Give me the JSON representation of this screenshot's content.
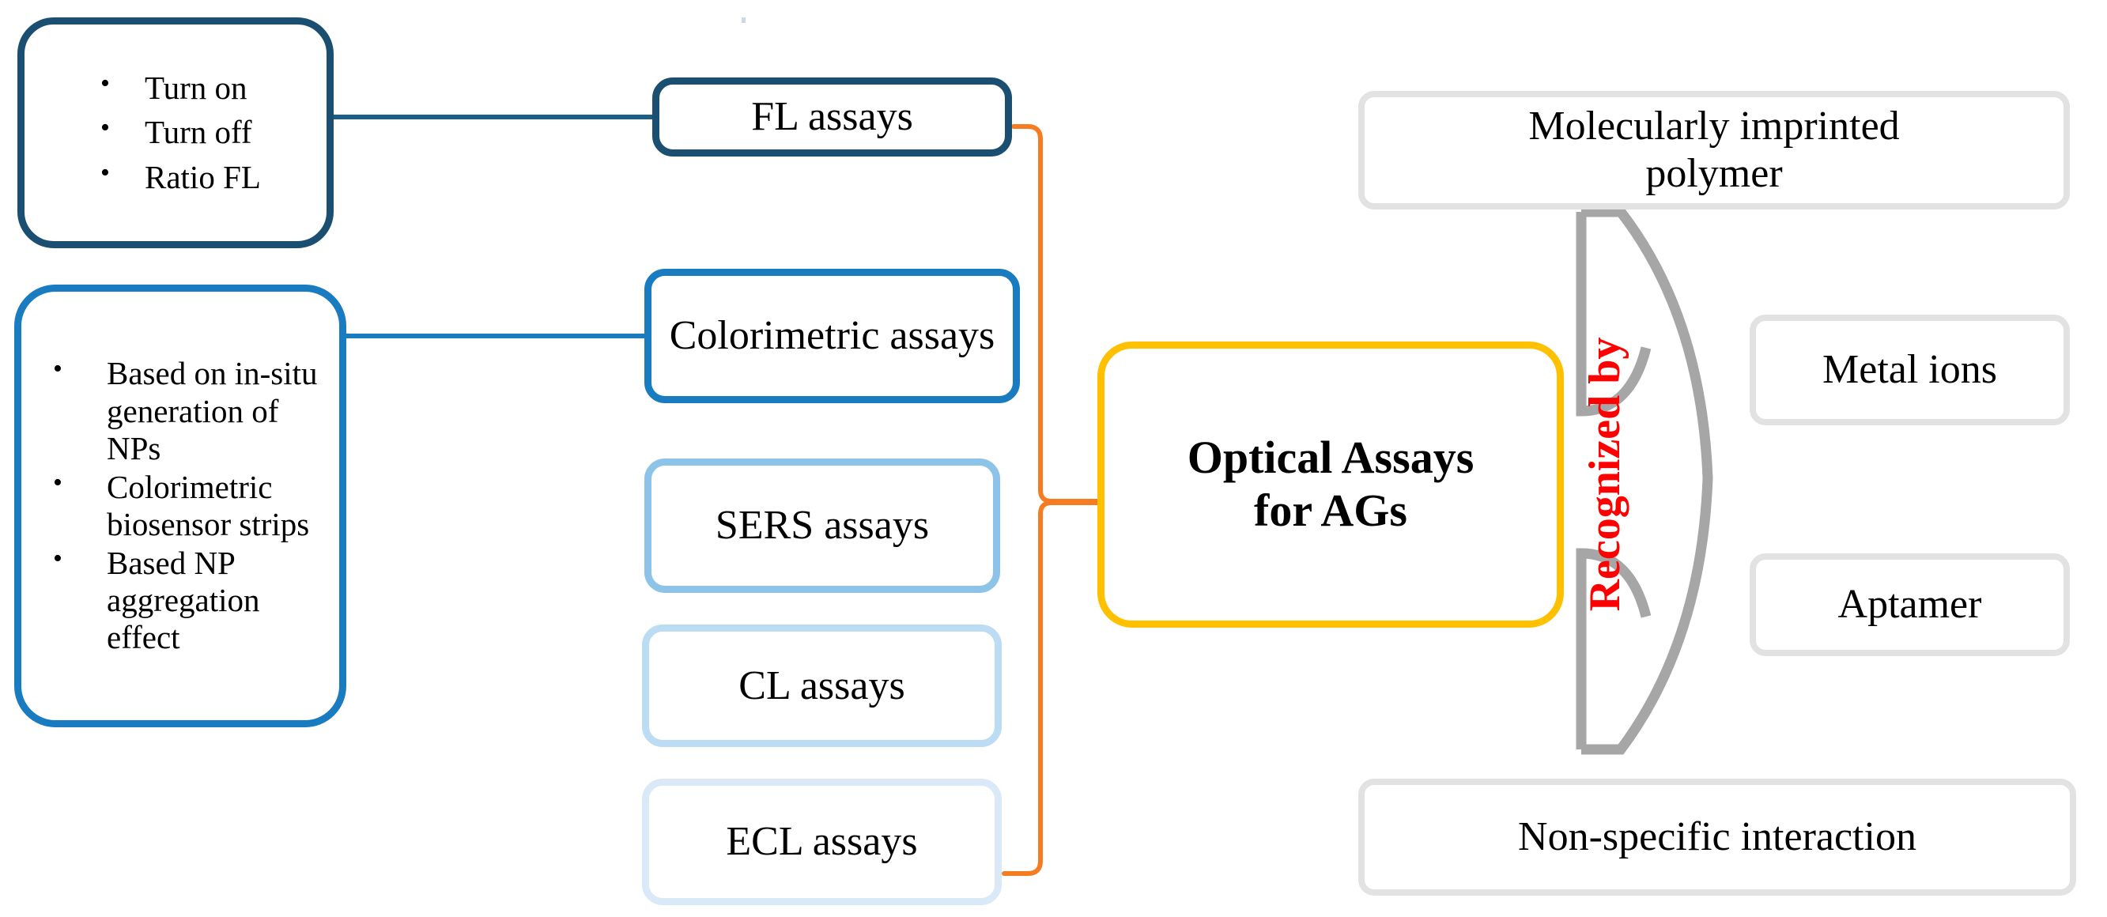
{
  "diagram": {
    "title": "Optical Assays for AGs",
    "colors": {
      "navy": "#1b4f72",
      "blue": "#1a7cc0",
      "light_blue": "#8dc3e8",
      "pale_blue": "#bbdcf3",
      "very_pale_blue": "#d9e9f8",
      "amber": "#ffc000",
      "orange_connector": "#f57c20",
      "gray_brace": "#a6a6a6",
      "gray_chip_border": "#e2e2e2",
      "red_label": "#ff0000"
    }
  },
  "left_panels": [
    {
      "id": "fl-methods",
      "border_color": "#1b4f72",
      "items": [
        "Turn on",
        "Turn off",
        "Ratio FL"
      ]
    },
    {
      "id": "colorimetric-methods",
      "border_color": "#1a7cc0",
      "items": [
        "Based on in-situ generation of NPs",
        "Colorimetric biosensor strips",
        "Based NP aggregation effect"
      ]
    }
  ],
  "assay_types": [
    {
      "id": "fl",
      "label": "FL assays",
      "border_color": "#1b4f72"
    },
    {
      "id": "colorimetric",
      "label": "Colorimetric assays",
      "border_color": "#1a7cc0"
    },
    {
      "id": "sers",
      "label": "SERS assays",
      "border_color": "#8dc3e8"
    },
    {
      "id": "cl",
      "label": "CL assays",
      "border_color": "#bbdcf3"
    },
    {
      "id": "ecl",
      "label": "ECL assays",
      "border_color": "#d9e9f8"
    }
  ],
  "hub": {
    "label_line1": "Optical Assays",
    "label_line2": "for AGs",
    "border_color": "#ffc000"
  },
  "recognition": {
    "caption": "Recognized by",
    "caption_color": "#ff0000",
    "elements": [
      {
        "id": "mip",
        "label_line1": "Molecularly imprinted",
        "label_line2": "polymer"
      },
      {
        "id": "metal",
        "label_line1": "Metal ions",
        "label_line2": ""
      },
      {
        "id": "apt",
        "label_line1": "Aptamer",
        "label_line2": ""
      },
      {
        "id": "nsi",
        "label_line1": "Non-specific interaction",
        "label_line2": ""
      }
    ]
  },
  "bullet_glyph": "•"
}
